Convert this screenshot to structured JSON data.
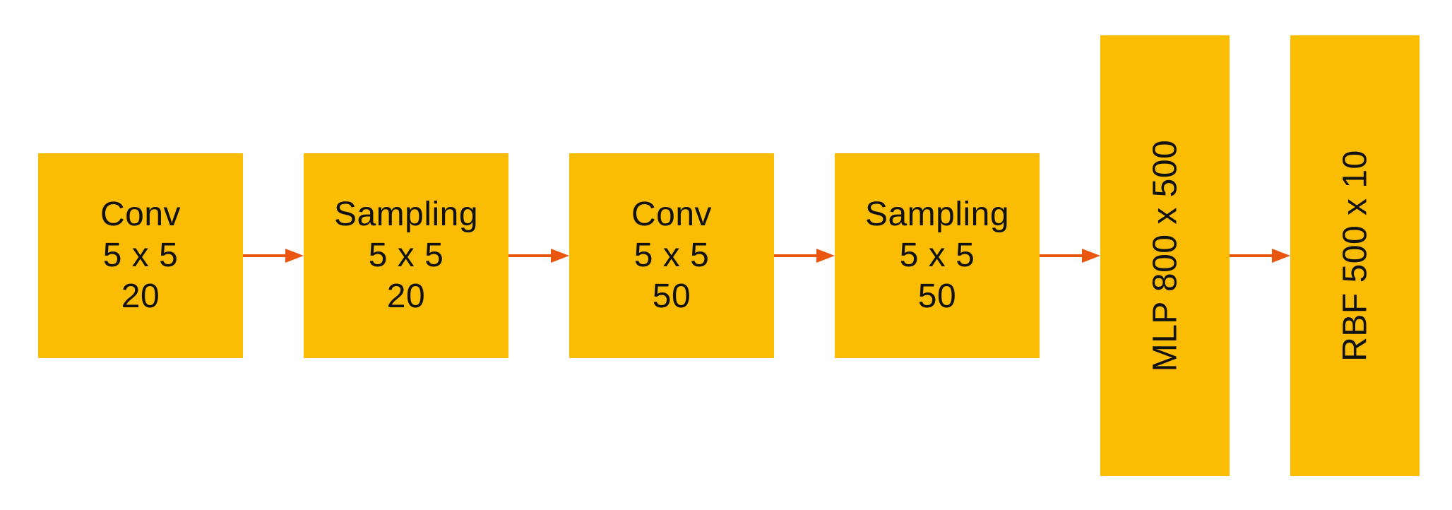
{
  "colors": {
    "box_fill": "#FBBC04",
    "arrow": "#E8560F",
    "text": "#111111",
    "background": "#FFFFFF"
  },
  "diagram": {
    "layers": [
      {
        "lines": [
          "Conv",
          "5 x 5",
          "20"
        ]
      },
      {
        "lines": [
          "Sampling",
          "5 x 5",
          "20"
        ]
      },
      {
        "lines": [
          "Conv",
          "5 x 5",
          "50"
        ]
      },
      {
        "lines": [
          "Sampling",
          "5 x 5",
          "50"
        ]
      },
      {
        "label": "MLP 800 x 500"
      },
      {
        "label": "RBF 500 x 10"
      }
    ]
  }
}
